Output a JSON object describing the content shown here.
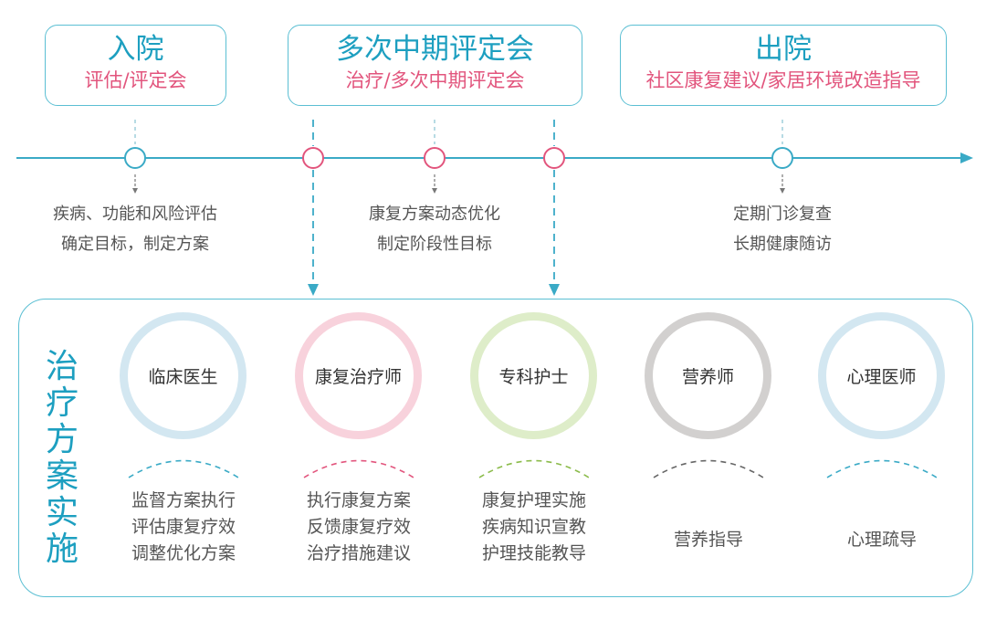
{
  "stages": [
    {
      "title": "入院",
      "subtitle": "评估/评定会"
    },
    {
      "title": "多次中期评定会",
      "subtitle": "治疗/多次中期评定会"
    },
    {
      "title": "出院",
      "subtitle": "社区康复建议/家居环境改造指导"
    }
  ],
  "timeline_notes": [
    {
      "line1": "疾病、功能和风险评估",
      "line2": "确定目标，制定方案"
    },
    {
      "line1": "康复方案动态优化",
      "line2": "制定阶段性目标"
    },
    {
      "line1": "定期门诊复查",
      "line2": "长期健康随访"
    }
  ],
  "panel_title": "治疗方案实施",
  "roles": [
    {
      "name": "临床医生",
      "duties": [
        "监督方案执行",
        "评估康复疗效",
        "调整优化方案"
      ],
      "color": "#d3e7f1"
    },
    {
      "name": "康复治疗师",
      "duties": [
        "执行康复方案",
        "反馈康复疗效",
        "治疗措施建议"
      ],
      "color": "#f8d2dc"
    },
    {
      "name": "专科护士",
      "duties": [
        "康复护理实施",
        "疾病知识宣教",
        "护理技能教导"
      ],
      "color": "#deedc9"
    },
    {
      "name": "营养师",
      "duties": [
        "营养指导"
      ],
      "color": "#d2d0cf"
    },
    {
      "name": "心理医师",
      "duties": [
        "心理疏导"
      ],
      "color": "#d3e7f1"
    }
  ],
  "colors": {
    "accent": "#1d9fc0",
    "pink": "#e2557d",
    "axis": "#3aaac6"
  }
}
